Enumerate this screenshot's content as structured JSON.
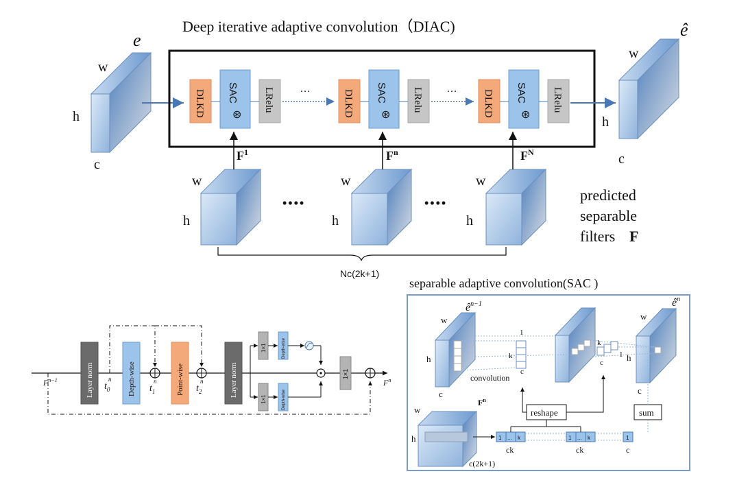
{
  "title": "Deep iterative adaptive convolution（DIAC)",
  "input_tensor": {
    "symbol": "e",
    "dims": [
      "w",
      "h",
      "c"
    ]
  },
  "output_tensor": {
    "symbol": "ê",
    "dims": [
      "w",
      "h",
      "c"
    ]
  },
  "diac_blocks": [
    {
      "dlkd": "DLKD",
      "sac": "SAC",
      "sac_op": "⊛",
      "lrelu": "LRelu",
      "filter": "F",
      "filter_sup": "1"
    },
    {
      "dlkd": "DLKD",
      "sac": "SAC",
      "sac_op": "⊛",
      "lrelu": "LRelu",
      "filter": "F",
      "filter_sup": "n"
    },
    {
      "dlkd": "DLKD",
      "sac": "SAC",
      "sac_op": "⊛",
      "lrelu": "LRelu",
      "filter": "F",
      "filter_sup": "N"
    }
  ],
  "ellipsis_small": "…",
  "ellipsis_big": "••••",
  "filter_cubes_dims": [
    "w",
    "h"
  ],
  "filter_brace_label": "Nc(2k+1)",
  "predicted_label": [
    "predicted",
    "separable",
    "filters"
  ],
  "predicted_symbol": "F",
  "dlkd_flow": {
    "input": "F",
    "input_sup": "n−1",
    "output": "F",
    "output_sup": "n",
    "layer_norm_1": "Layer norm",
    "depth_wise": "Depth-wise",
    "point_wise": "Point-wise",
    "layer_norm_2": "Layer norm",
    "conv1x1_top": "1×1",
    "conv1x1_bottom": "1×1",
    "dw_top": "Depth-wise",
    "dw_bottom": "Depth-wise",
    "conv1x1_out": "1×1",
    "t0": "t",
    "t0_sub": "0",
    "t1": "t",
    "t1_sub": "1",
    "t2": "t",
    "t2_sub": "2",
    "t_sup": "n"
  },
  "sac_panel": {
    "title": "separable adaptive convolution(SAC )",
    "input_sym": "ê",
    "input_sup": "n−1",
    "output_sym": "ê",
    "output_sup": "n",
    "w": "w",
    "h": "h",
    "c": "c",
    "one": "1",
    "k": "k",
    "convolution": "convolution",
    "reshape": "reshape",
    "sum": "sum",
    "filter_sym": "F",
    "filter_sup": "n",
    "filter_c": "c(2k+1)",
    "ck": "ck",
    "row_cells": [
      "1",
      "...",
      "k"
    ]
  }
}
